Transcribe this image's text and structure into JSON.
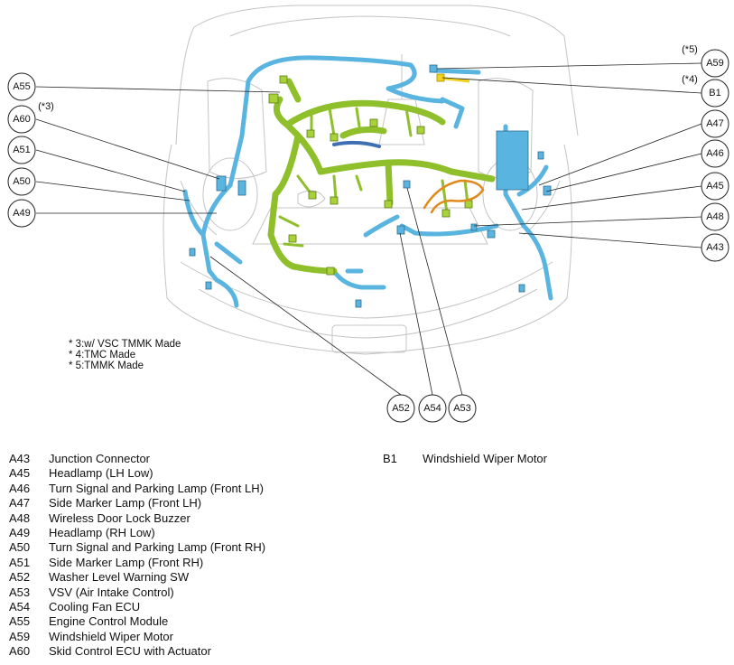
{
  "callouts": [
    {
      "id": "A55",
      "note": ""
    },
    {
      "id": "A60",
      "note": "(*3)"
    },
    {
      "id": "A51",
      "note": ""
    },
    {
      "id": "A50",
      "note": ""
    },
    {
      "id": "A49",
      "note": ""
    },
    {
      "id": "A59",
      "note": "(*5)"
    },
    {
      "id": "B1",
      "note": "(*4)"
    },
    {
      "id": "A47",
      "note": ""
    },
    {
      "id": "A46",
      "note": ""
    },
    {
      "id": "A45",
      "note": ""
    },
    {
      "id": "A48",
      "note": ""
    },
    {
      "id": "A43",
      "note": ""
    },
    {
      "id": "A52",
      "note": ""
    },
    {
      "id": "A54",
      "note": ""
    },
    {
      "id": "A53",
      "note": ""
    }
  ],
  "notes": [
    "* 3:w/ VSC TMMK Made",
    "* 4:TMC Made",
    "* 5:TMMK Made"
  ],
  "legend_left": [
    {
      "code": "A43",
      "name": "Junction Connector"
    },
    {
      "code": "A45",
      "name": "Headlamp (LH Low)"
    },
    {
      "code": "A46",
      "name": "Turn Signal and Parking Lamp (Front LH)"
    },
    {
      "code": "A47",
      "name": "Side Marker Lamp (Front LH)"
    },
    {
      "code": "A48",
      "name": "Wireless Door Lock Buzzer"
    },
    {
      "code": "A49",
      "name": "Headlamp (RH Low)"
    },
    {
      "code": "A50",
      "name": "Turn Signal and Parking Lamp (Front RH)"
    },
    {
      "code": "A51",
      "name": "Side Marker Lamp (Front RH)"
    },
    {
      "code": "A52",
      "name": "Washer Level Warning SW"
    },
    {
      "code": "A53",
      "name": "VSV (Air Intake Control)"
    },
    {
      "code": "A54",
      "name": "Cooling Fan ECU"
    },
    {
      "code": "A55",
      "name": "Engine Control Module"
    },
    {
      "code": "A59",
      "name": "Windshield Wiper Motor"
    },
    {
      "code": "A60",
      "name": "Skid Control ECU with Actuator"
    }
  ],
  "legend_right": [
    {
      "code": "B1",
      "name": "Windshield Wiper Motor"
    }
  ],
  "colors": {
    "harness_blue": "#5ab4e0",
    "harness_green": "#8fbf2a",
    "harness_orange": "#e08a1e",
    "harness_yellow": "#f2d21a",
    "line_gray": "#bdbdbd",
    "ink": "#222222"
  }
}
